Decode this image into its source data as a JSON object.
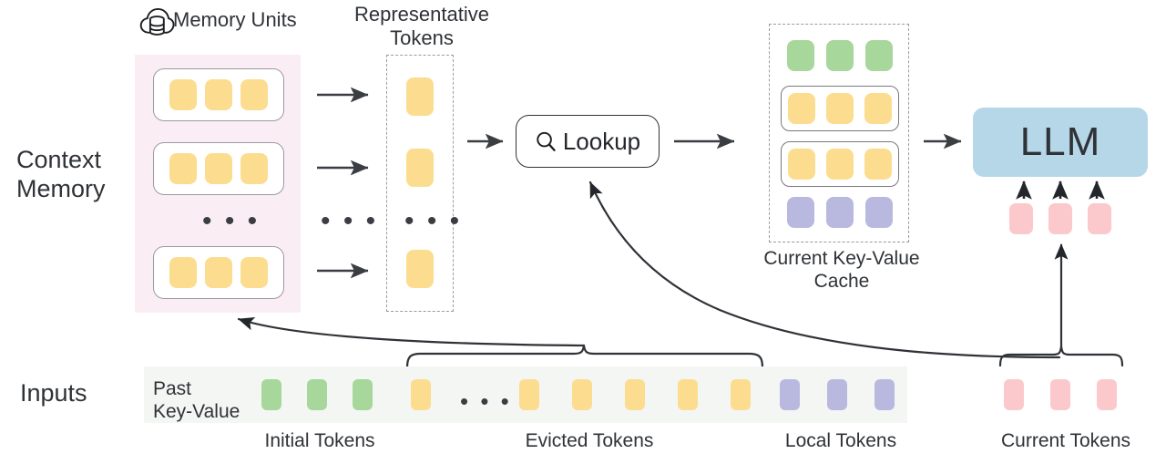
{
  "diagram": {
    "title": "Context Memory LLM KV-Cache Lookup Pipeline",
    "row_labels": {
      "context_memory": "Context\nMemory",
      "inputs": "Inputs"
    },
    "headers": {
      "memory_units": "Memory Units",
      "representative_tokens": "Representative\nTokens",
      "kv_cache": "Current Key-Value\nCache"
    },
    "lookup": {
      "label": "Lookup",
      "icon": "search-icon"
    },
    "llm": {
      "label": "LLM"
    },
    "memory_icon": "cloud-database-icon",
    "ellipsis": "• • •",
    "ellipsis_small": "• • •",
    "context_memory": {
      "units": [
        {
          "tokens": [
            "yellow",
            "yellow",
            "yellow"
          ]
        },
        {
          "tokens": [
            "yellow",
            "yellow",
            "yellow"
          ]
        },
        {
          "tokens": [
            "yellow",
            "yellow",
            "yellow"
          ]
        }
      ],
      "unit_count_display": "• • •"
    },
    "representative_tokens": {
      "tokens": [
        "yellow",
        "yellow",
        "yellow"
      ]
    },
    "kv_cache": {
      "rows": [
        {
          "color": "green",
          "boxed": false,
          "count": 3
        },
        {
          "color": "yellow",
          "boxed": true,
          "count": 3
        },
        {
          "color": "yellow",
          "boxed": true,
          "count": 3
        },
        {
          "color": "purple",
          "boxed": false,
          "count": 3
        }
      ]
    },
    "llm_input_tokens": {
      "color": "pink",
      "count": 3
    },
    "inputs": {
      "past_kv_label": "Past\nKey-Value",
      "sequence": [
        {
          "color": "green"
        },
        {
          "color": "green"
        },
        {
          "color": "green"
        },
        {
          "color": "yellow"
        },
        {
          "ellipsis": "• • •"
        },
        {
          "color": "yellow"
        },
        {
          "color": "yellow"
        },
        {
          "color": "yellow"
        },
        {
          "color": "yellow"
        },
        {
          "color": "yellow"
        },
        {
          "color": "purple"
        },
        {
          "color": "purple"
        },
        {
          "color": "purple"
        }
      ],
      "current_tokens": [
        {
          "color": "pink"
        },
        {
          "color": "pink"
        },
        {
          "color": "pink"
        }
      ]
    },
    "captions": {
      "initial": "Initial Tokens",
      "evicted": "Evicted Tokens",
      "local": "Local Tokens",
      "current": "Current Tokens"
    },
    "colors": {
      "yellow": "#FCDD8F",
      "green": "#A7D79B",
      "purple": "#B9B9E0",
      "pink": "#FBC9CC",
      "llm_blue": "#B5D7E8",
      "context_panel": "#FAEEF4",
      "inputs_strip": "#F4F6F4",
      "stroke": "#2F3237",
      "dashed_stroke": "#9A9AA2"
    }
  }
}
